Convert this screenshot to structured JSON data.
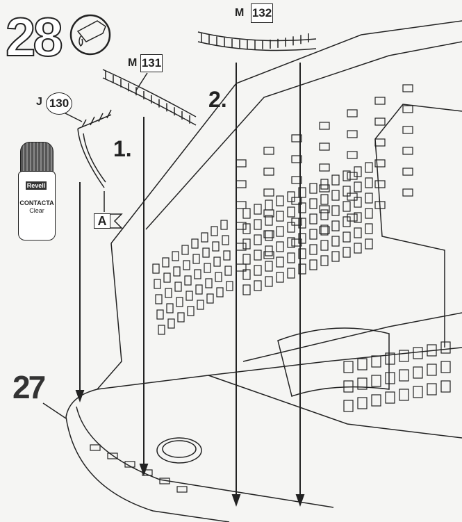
{
  "step": {
    "number": "28",
    "glue_icon": "glue-tube-icon"
  },
  "parts": [
    {
      "letter": "M",
      "number": "131"
    },
    {
      "letter": "M",
      "number": "132"
    },
    {
      "letter": "J",
      "number": "130"
    }
  ],
  "substeps": [
    "1.",
    "2."
  ],
  "marker": "A",
  "previous_step": "27",
  "glue_bottle": {
    "brand": "Revell",
    "product": "CONTACTA",
    "variant": "Clear"
  }
}
